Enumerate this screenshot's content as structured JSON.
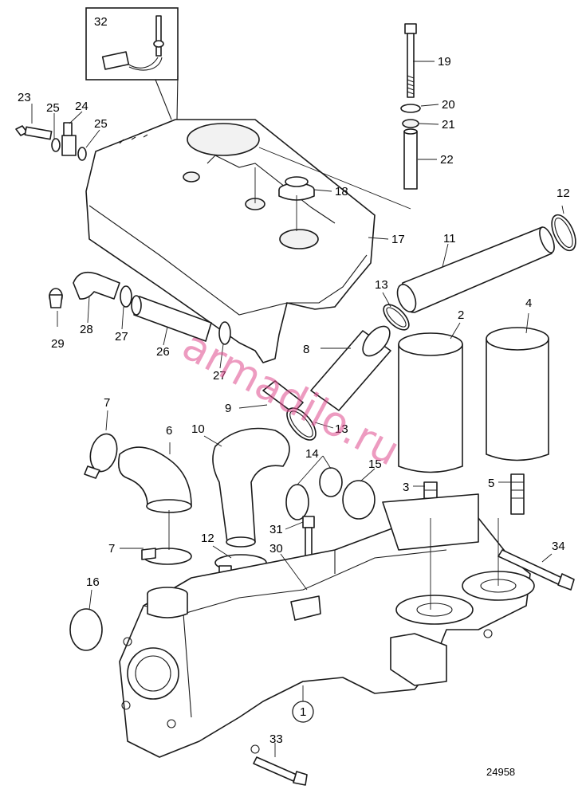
{
  "diagram": {
    "drawing_number": "24958",
    "watermark": "armadilo.ru",
    "callouts": {
      "c1": "1",
      "c2": "2",
      "c3": "3",
      "c4": "4",
      "c5": "5",
      "c6": "6",
      "c7a": "7",
      "c7b": "7",
      "c8": "8",
      "c9": "9",
      "c10": "10",
      "c11": "11",
      "c12a": "12",
      "c12b": "12",
      "c13a": "13",
      "c13b": "13",
      "c14": "14",
      "c15": "15",
      "c16": "16",
      "c17": "17",
      "c18": "18",
      "c19": "19",
      "c20": "20",
      "c21": "21",
      "c22": "22",
      "c23": "23",
      "c24": "24",
      "c25a": "25",
      "c25b": "25",
      "c26": "26",
      "c27a": "27",
      "c27b": "27",
      "c28": "28",
      "c29": "29",
      "c30": "30",
      "c31": "31",
      "c32": "32",
      "c33": "33",
      "c34": "34"
    }
  }
}
